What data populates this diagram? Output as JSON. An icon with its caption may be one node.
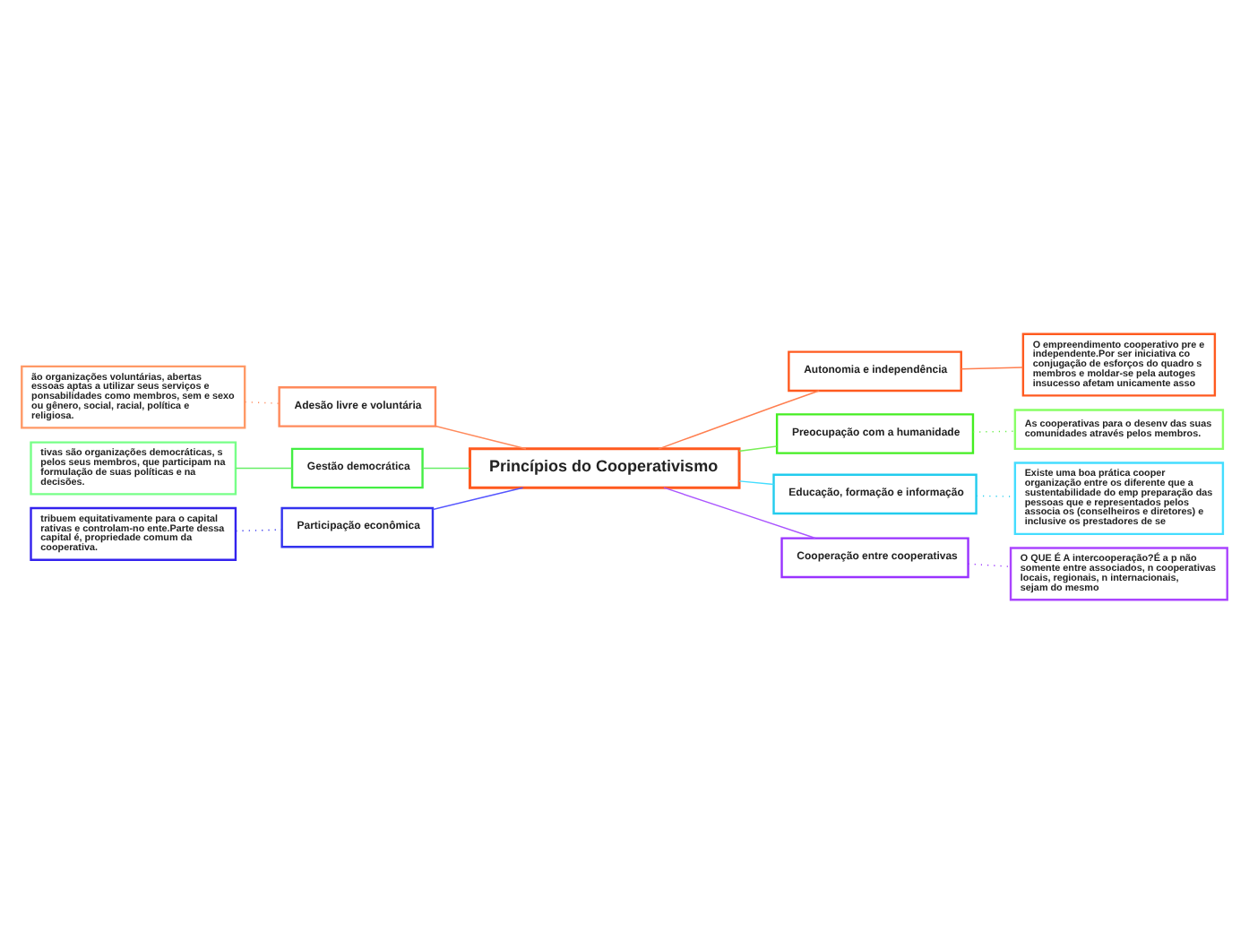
{
  "diagram": {
    "nodes": [
      {
        "text": [
          "Princípios do Cooperativismo"
        ]
      },
      {
        "text": [
          "Adesão livre e voluntária"
        ]
      },
      {
        "text": [
          "ão organizações voluntárias, abertas essoas aptas a utilizar seus serviços e ponsabilidades como membros, sem e sexo ou gênero, social, racial, política e religiosa."
        ]
      },
      {
        "text": [
          "Gestão democrática"
        ]
      },
      {
        "text": [
          "tivas são organizações democráticas, s pelos seus membros, que participam na formulação de suas políticas e na decisões."
        ]
      },
      {
        "text": [
          "Participação econômica"
        ]
      },
      {
        "text": [
          "tribuem equitativamente para o capital rativas e controlam-no ente.Parte dessa capital é, propriedade comum da cooperativa."
        ]
      },
      {
        "text": [
          "Autonomia e independência"
        ]
      },
      {
        "text": [
          "O empreendimento cooperativo pre e independente.Por ser iniciativa co conjugação de esforços do quadro s membros e moldar-se pela autoges insucesso afetam unicamente asso"
        ]
      },
      {
        "text": [
          "Preocupação com a humanidade"
        ]
      },
      {
        "text": [
          "As cooperativas para o desenv das suas comunidades através pelos membros."
        ]
      },
      {
        "text": [
          "Educação, formação e informação"
        ]
      },
      {
        "text": [
          "Existe uma boa prática cooper organização entre os diferente que a sustentabilidade do emp preparação das pessoas que e representados pelos associa os (conselheiros e diretores) e inclusive os prestadores de se"
        ]
      },
      {
        "text": [
          "Cooperação entre cooperativas"
        ]
      },
      {
        "text": [
          "O QUE É A intercooperação?É a p não somente entre associados, n cooperativas locais, regionais, n internacionais, sejam do mesmo"
        ]
      }
    ],
    "edges": [
      {
        "from": 1,
        "to": 0,
        "arrow": "none",
        "color": "#ff8a5c"
      },
      {
        "from": 2,
        "to": 1,
        "arrow": "none",
        "style": "dashed",
        "color": "#ff8a5c"
      },
      {
        "from": 3,
        "to": 0,
        "arrow": "none",
        "color": "#66ee66"
      },
      {
        "from": 4,
        "to": 3,
        "arrow": "none",
        "color": "#66ee66"
      },
      {
        "from": 5,
        "to": 0,
        "arrow": "none",
        "color": "#5555ff"
      },
      {
        "from": 6,
        "to": 5,
        "arrow": "none",
        "style": "dashed",
        "color": "#3333ee"
      },
      {
        "from": 0,
        "to": 7,
        "arrow": "none",
        "color": "#ff7f50"
      },
      {
        "from": 7,
        "to": 8,
        "arrow": "none",
        "color": "#ff7f50"
      },
      {
        "from": 0,
        "to": 9,
        "arrow": "none",
        "color": "#77ee55"
      },
      {
        "from": 9,
        "to": 10,
        "arrow": "none",
        "style": "dashed",
        "color": "#66ee44"
      },
      {
        "from": 0,
        "to": 11,
        "arrow": "none",
        "color": "#44ddff"
      },
      {
        "from": 11,
        "to": 12,
        "arrow": "none",
        "style": "dashed",
        "color": "#22ccee"
      },
      {
        "from": 0,
        "to": 13,
        "arrow": "none",
        "color": "#aa55ff"
      },
      {
        "from": 13,
        "to": 14,
        "arrow": "none",
        "style": "dashed",
        "color": "#9933ff"
      }
    ]
  }
}
